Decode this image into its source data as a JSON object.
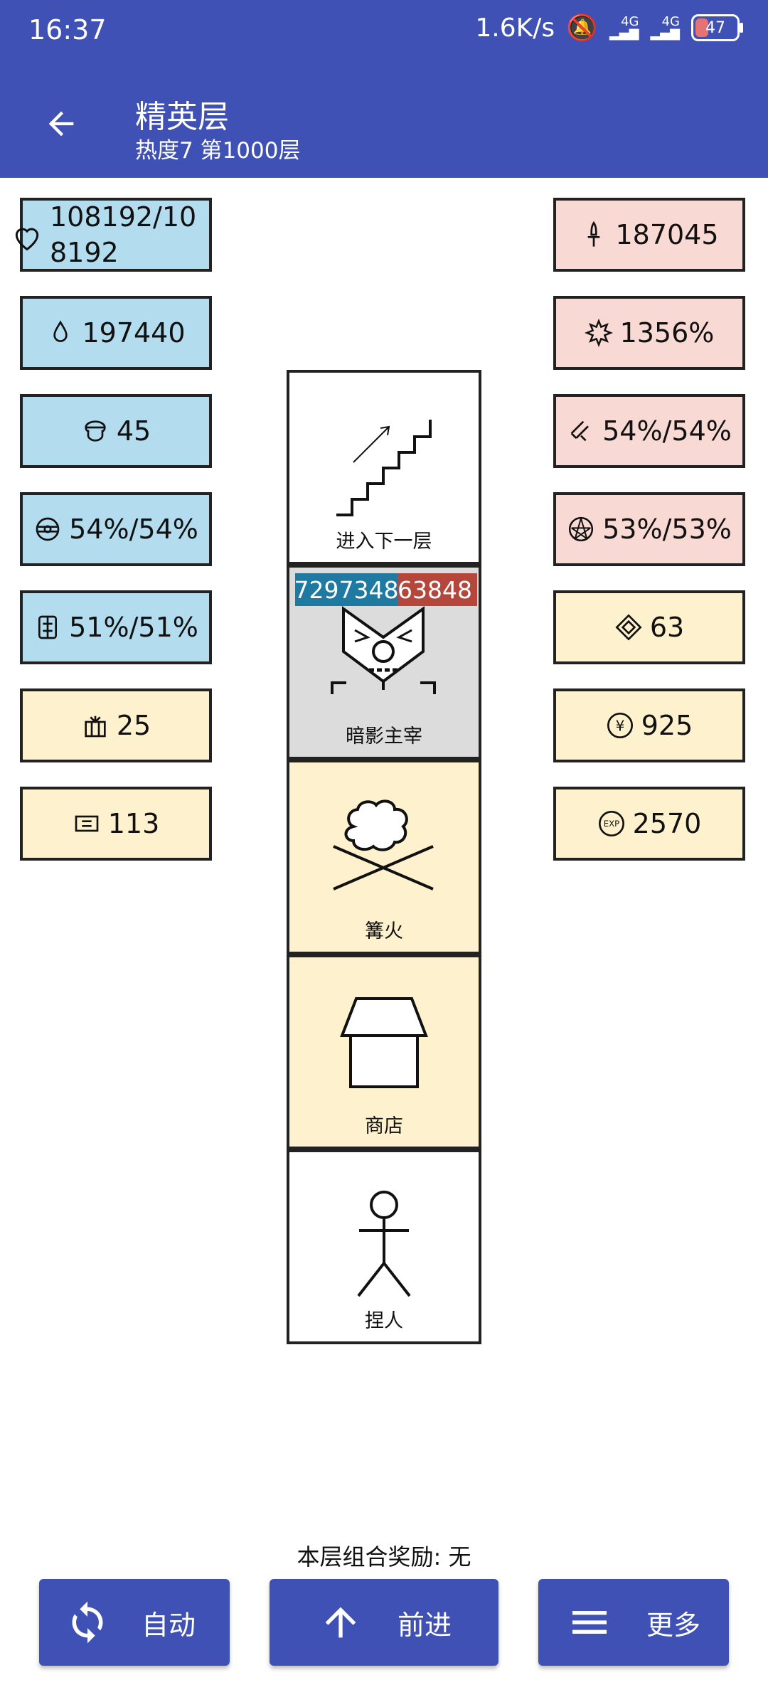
{
  "status": {
    "time": "16:37",
    "speed": "1.6K/s",
    "net1": "4G",
    "net2": "4G",
    "battery": "47"
  },
  "header": {
    "title": "精英层",
    "subtitle": "热度7 第1000层"
  },
  "left_stats": [
    {
      "icon": "heart-icon",
      "value": "108192/108192",
      "color": "blue"
    },
    {
      "icon": "droplet-icon",
      "value": "197440",
      "color": "blue"
    },
    {
      "icon": "helmet-icon",
      "value": "45",
      "color": "blue"
    },
    {
      "icon": "shield-ring-icon",
      "value": "54%/54%",
      "color": "blue"
    },
    {
      "icon": "armor-icon",
      "value": "51%/51%",
      "color": "blue"
    },
    {
      "icon": "gift-icon",
      "value": "25",
      "color": "cream"
    },
    {
      "icon": "scroll-icon",
      "value": "113",
      "color": "cream"
    }
  ],
  "right_stats": [
    {
      "icon": "sword-icon",
      "value": "187045",
      "color": "pink"
    },
    {
      "icon": "burst-icon",
      "value": "1356%",
      "color": "pink"
    },
    {
      "icon": "slash-icon",
      "value": "54%/54%",
      "color": "pink"
    },
    {
      "icon": "pentagram-icon",
      "value": "53%/53%",
      "color": "pink"
    },
    {
      "icon": "diamond-icon",
      "value": "63",
      "color": "cream"
    },
    {
      "icon": "yen-icon",
      "value": "925",
      "color": "cream"
    },
    {
      "icon": "exp-icon",
      "value": "2570",
      "color": "cream"
    }
  ],
  "tiles": [
    {
      "label": "进入下一层"
    },
    {
      "label": "暗影主宰",
      "hp_left": "7297348",
      "hp_right": "63848"
    },
    {
      "label": "篝火"
    },
    {
      "label": "商店"
    },
    {
      "label": "捏人"
    }
  ],
  "combo_text": "本层组合奖励: 无",
  "buttons": {
    "auto": "自动",
    "forward": "前进",
    "more": "更多"
  },
  "colors": {
    "primary": "#3f51b5",
    "blue": "#b3dcef",
    "pink": "#f9d9d4",
    "cream": "#fef1ce",
    "hp_blue": "#1e7aa0",
    "hp_red": "#b5463c"
  }
}
